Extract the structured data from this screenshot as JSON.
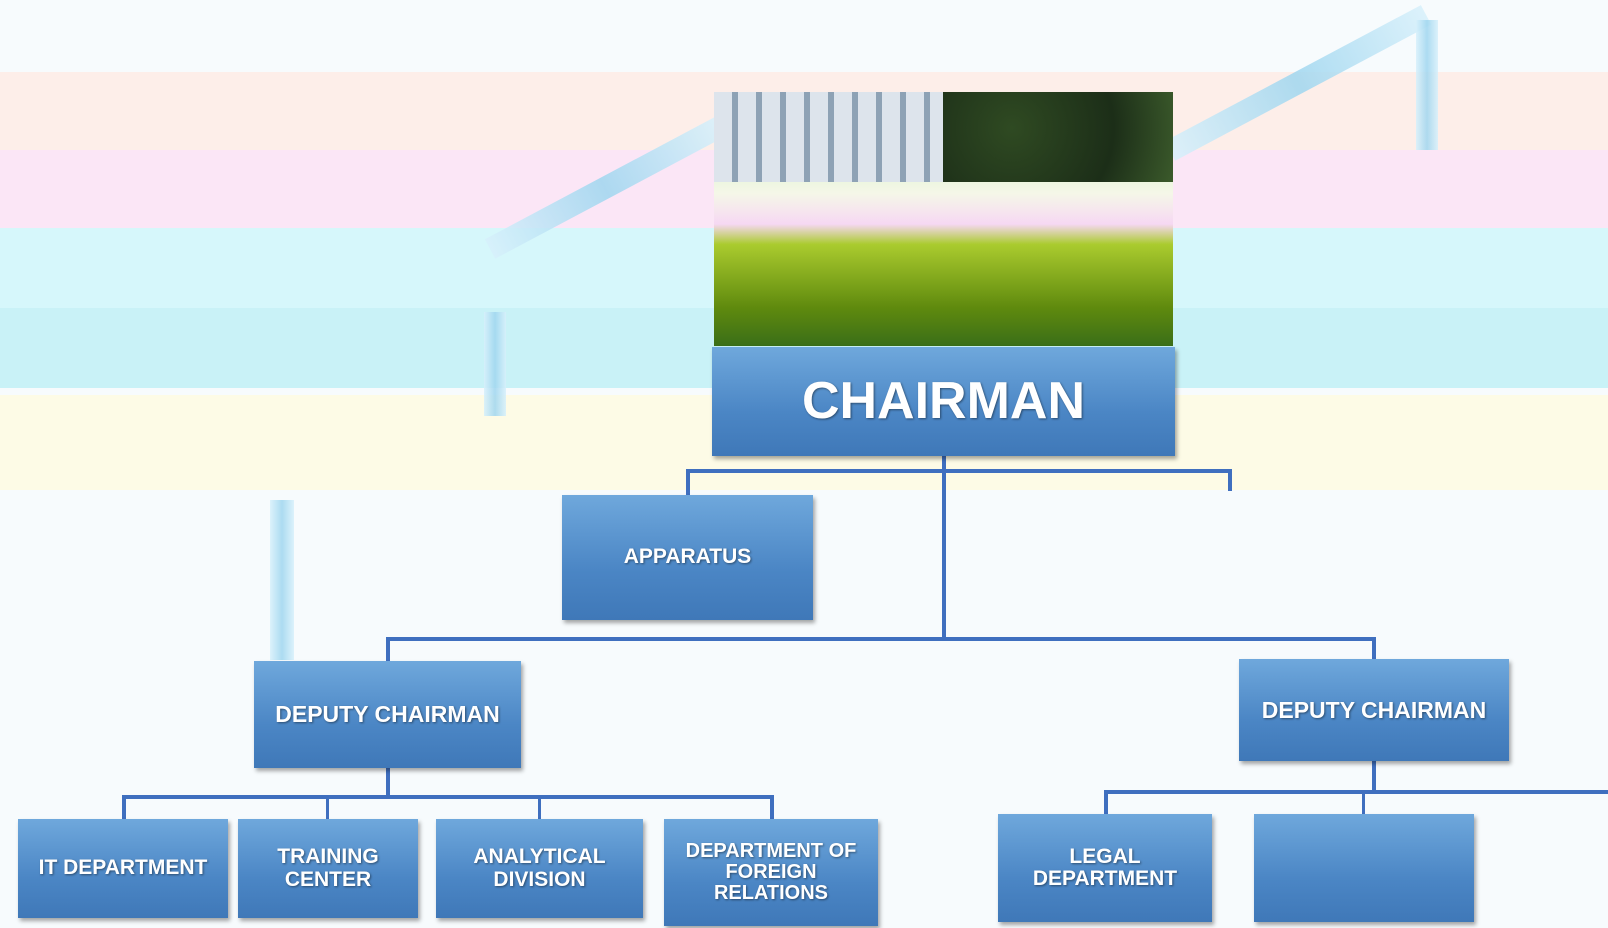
{
  "chart": {
    "root": "CHAIRMAN",
    "apparatus": "APPARATUS",
    "deputy_left": "DEPUTY CHAIRMAN",
    "deputy_right": "DEPUTY CHAIRMAN",
    "left_units": [
      "IT DEPARTMENT",
      "TRAINING CENTER",
      "ANALYTICAL DIVISION",
      "DEPARTMENT OF FOREIGN RELATIONS"
    ],
    "right_units": [
      "LEGAL DEPARTMENT",
      ""
    ]
  },
  "colors": {
    "box_top": "#6fa8dc",
    "box_bottom": "#3f78b8",
    "connector": "#3f6fbf"
  }
}
